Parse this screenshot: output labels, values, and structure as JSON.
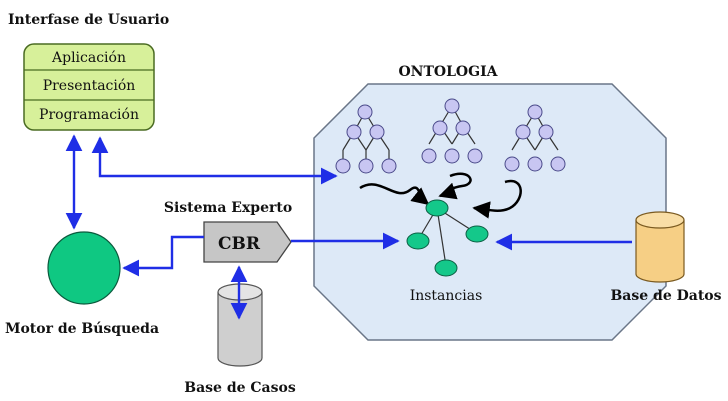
{
  "ui_header": {
    "title": "Interfase de Usuario",
    "layers": [
      "Aplicación",
      "Presentación",
      "Programación"
    ]
  },
  "ontology": {
    "title": "ONTOLOGIA",
    "instances_label": "Instancias"
  },
  "expert_system": {
    "title": "Sistema Experto",
    "cbr_label": "CBR"
  },
  "search_engine": {
    "label": "Motor de Búsqueda"
  },
  "case_base": {
    "label": "Base de Casos"
  },
  "database": {
    "label": "Base de Datos"
  },
  "colors": {
    "arrow": "#1f2ee6",
    "ui_fill": "#d7f09a",
    "ui_border": "#4a6b22",
    "ontology_fill": "#dde9f7",
    "ontology_border": "#6a7688",
    "tree_node": "#c8c6f2",
    "instance_node": "#14c88a",
    "engine_fill": "#0fc882",
    "cylinder_gray": "#cfcfcf",
    "cylinder_orange": "#f6cf85",
    "cbr_fill": "#c6c6c6"
  }
}
